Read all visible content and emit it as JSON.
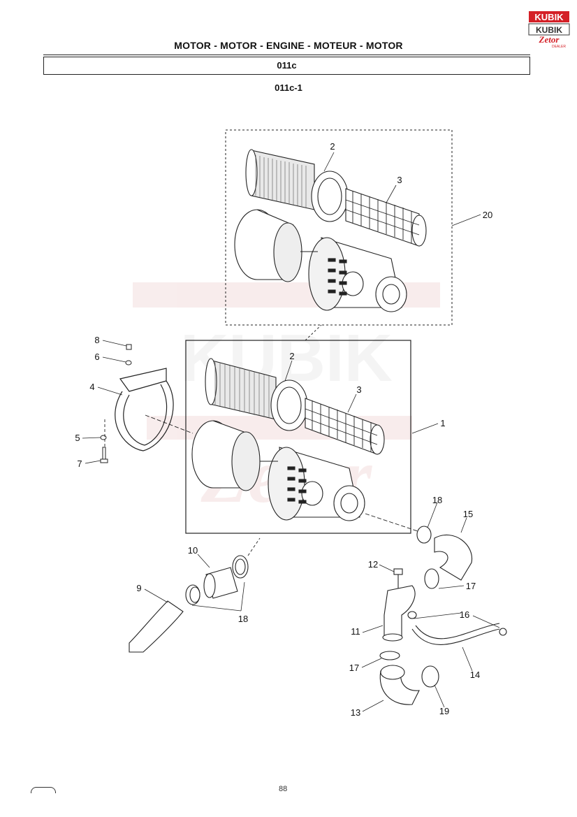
{
  "header": {
    "title": "MOTOR - MOTOR - ENGINE - MOTEUR - MOTOR",
    "section": "011c",
    "sub_code": "011c-1"
  },
  "logo": {
    "top_text": "KUBIK",
    "bottom_text": "Zetor",
    "tag": "DEALER",
    "colors": {
      "red": "#d42027",
      "dark": "#333333"
    }
  },
  "callouts": [
    "1",
    "2",
    "3",
    "4",
    "5",
    "6",
    "7",
    "8",
    "9",
    "10",
    "11",
    "12",
    "13",
    "14",
    "15",
    "16",
    "17",
    "18",
    "19",
    "20"
  ],
  "watermark": {
    "text": "KUBIK",
    "color": "#e8c9c9"
  },
  "footer": {
    "page_number": "88"
  }
}
